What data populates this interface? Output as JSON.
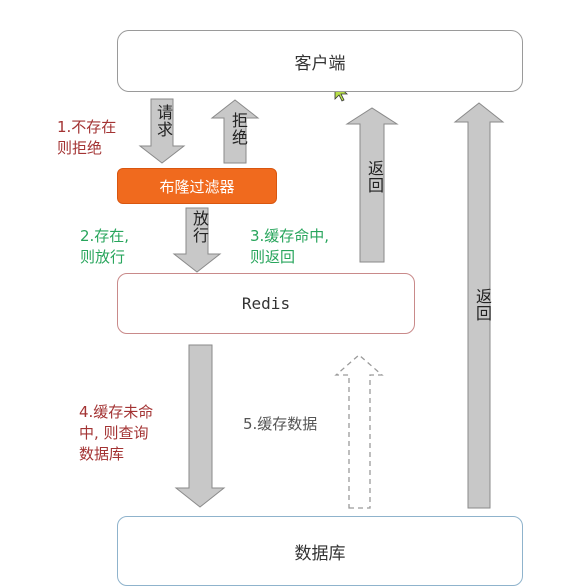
{
  "nodes": {
    "client": "客户端",
    "bloom_filter": "布隆过滤器",
    "redis": "Redis",
    "database": "数据库"
  },
  "arrows": {
    "request": "请求",
    "reject": "拒绝",
    "allow": "放行",
    "return_cache": "返回",
    "return_db": "返回"
  },
  "annotations": {
    "step1": "1.不存在\n则拒绝",
    "step2": "2.存在,\n则放行",
    "step3": "3.缓存命中,\n则返回",
    "step4": "4.缓存未命\n中, 则查询\n数据库",
    "step5": "5.缓存数据"
  },
  "colors": {
    "bloom_fill": "#f06a1e",
    "arrow_fill": "#c8c8c8",
    "red_text": "#a33333",
    "green_text": "#28a55c"
  }
}
